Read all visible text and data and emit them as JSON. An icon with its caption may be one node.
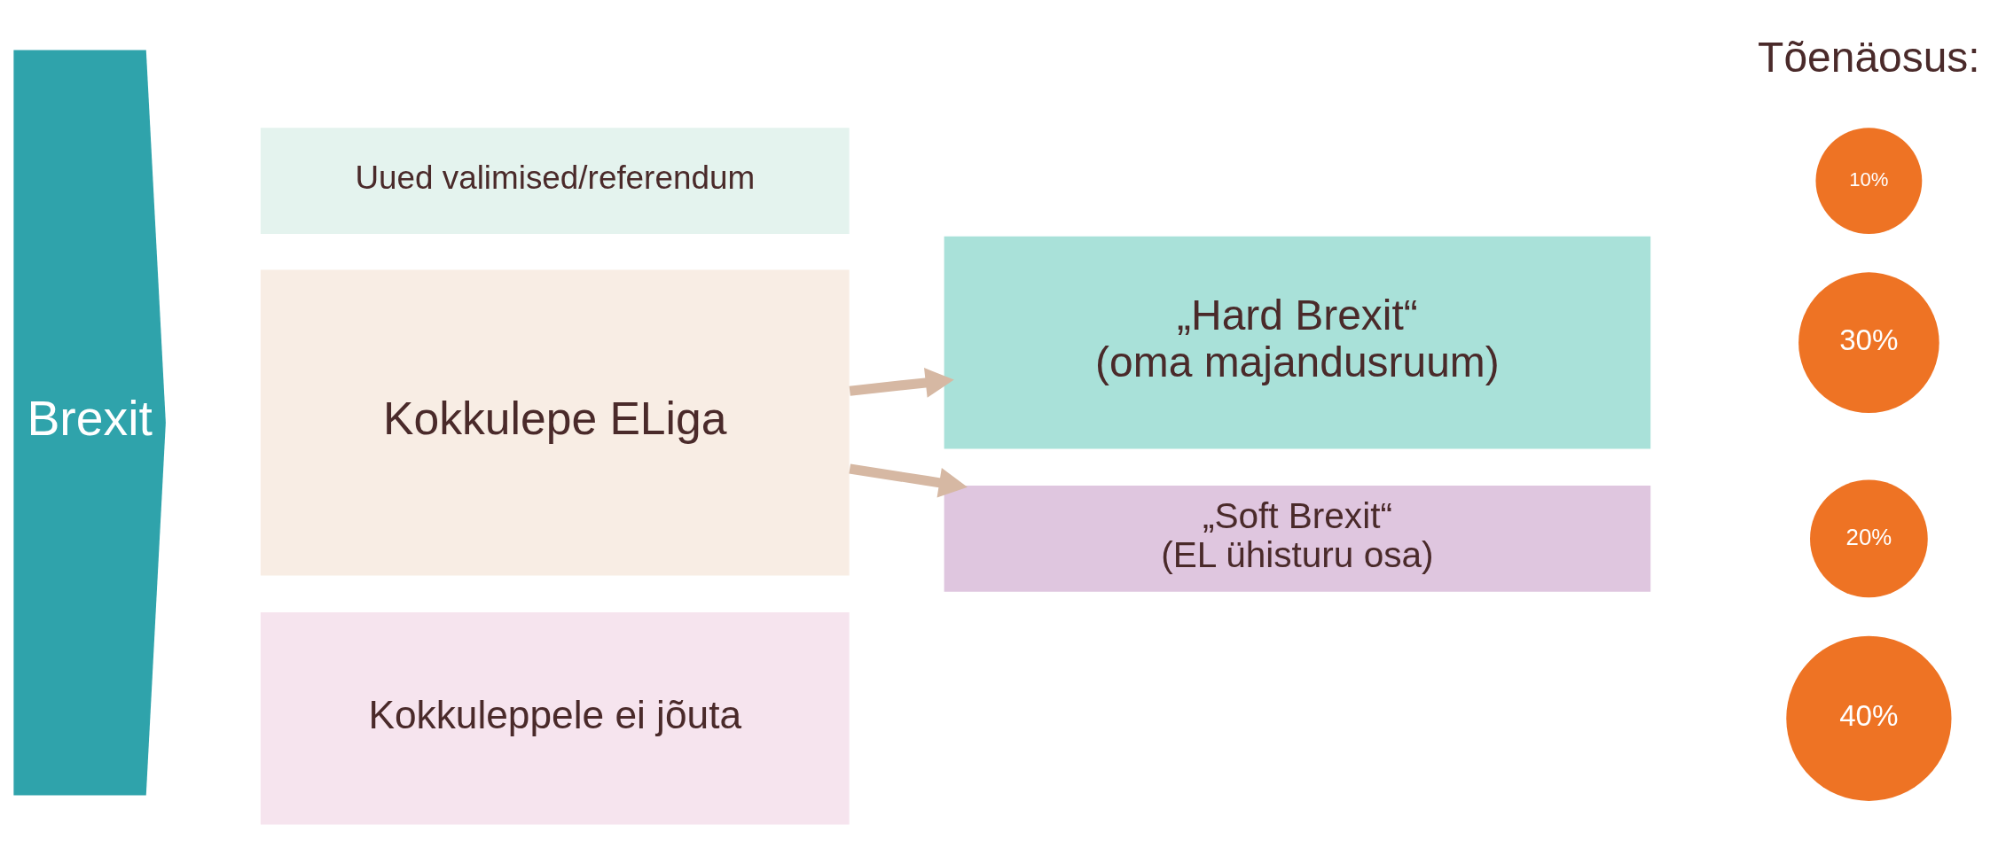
{
  "diagram": {
    "nodes": [
      {
        "text": [
          "Brexit"
        ]
      },
      {
        "text": [
          "Uued valimised/referendum"
        ]
      },
      {
        "text": [
          "Kokkulepe ELiga"
        ]
      },
      {
        "text": [
          "Kokkuleppele ei jõuta"
        ]
      },
      {
        "text": [
          "„Hard Brexit“",
          "(oma majandusruum)"
        ]
      },
      {
        "text": [
          "„Soft Brexit“",
          "(EL ühisturu osa)"
        ]
      },
      {
        "text": [
          "10%"
        ]
      },
      {
        "text": [
          "30%"
        ]
      },
      {
        "text": [
          "20%"
        ]
      },
      {
        "text": [
          "40%"
        ]
      }
    ],
    "edges": [
      {
        "from": 2,
        "to": 4,
        "arrow": "to"
      },
      {
        "from": 2,
        "to": 5,
        "arrow": "to"
      }
    ],
    "labels": [
      "Tõenäosus:"
    ]
  }
}
